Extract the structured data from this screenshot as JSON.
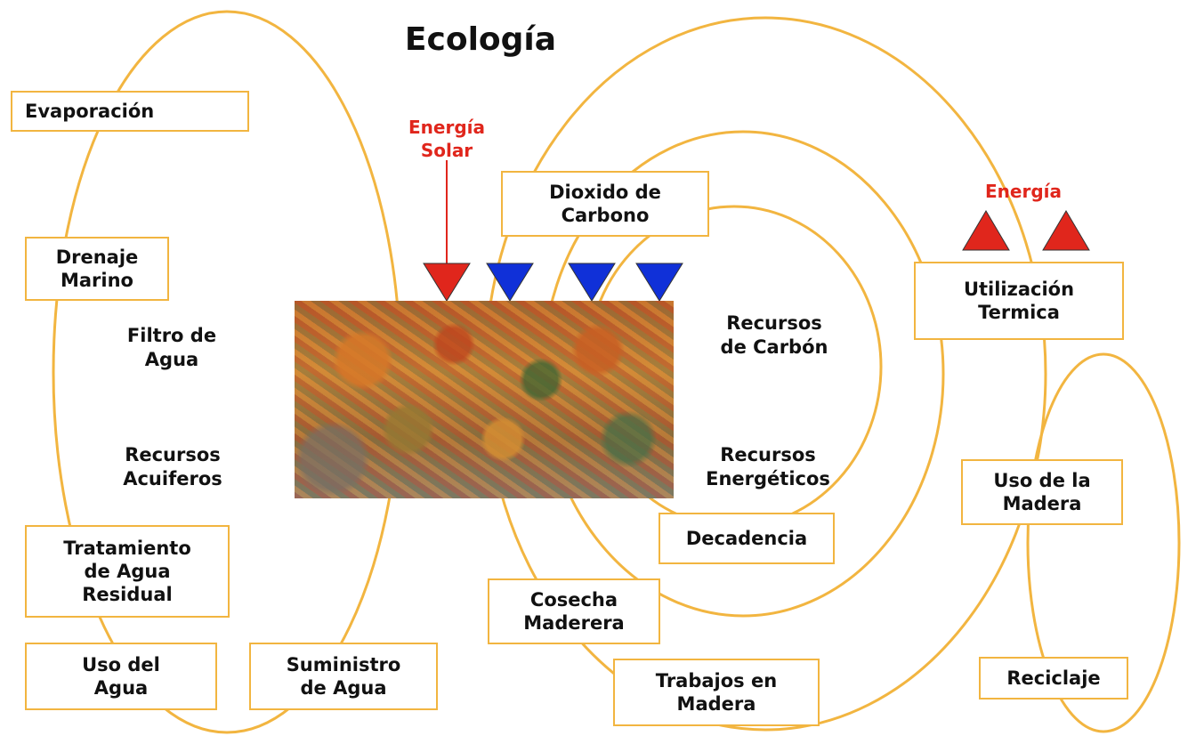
{
  "title": "Ecología",
  "colors": {
    "loop_stroke": "#f2b540",
    "energy_red": "#e0261c",
    "input_blue": "#1030d8",
    "text": "#111111"
  },
  "image": {
    "name": "autumn-forest-photo"
  },
  "energy_labels": {
    "solar": "Energía\nSolar",
    "output": "Energía"
  },
  "boxes": {
    "evaporacion": "Evaporación",
    "drenaje_marino": "Drenaje\nMarino",
    "tratamiento": "Tratamiento\nde Agua\nResidual",
    "uso_agua": "Uso del\nAgua",
    "suministro_agua": "Suministro\nde Agua",
    "dioxido_carbono": "Dioxido de\nCarbono",
    "decadencia": "Decadencia",
    "cosecha": "Cosecha\nMaderera",
    "trabajos_madera": "Trabajos en\nMadera",
    "utilizacion_termica": "Utilización\nTermica",
    "uso_madera": "Uso de la\nMadera",
    "reciclaje": "Reciclaje"
  },
  "labels": {
    "filtro_agua": "Filtro de\nAgua",
    "recursos_acuiferos": "Recursos\nAcuiferos",
    "recursos_carbon": "Recursos\nde Carbón",
    "recursos_energeticos": "Recursos\nEnergéticos"
  }
}
